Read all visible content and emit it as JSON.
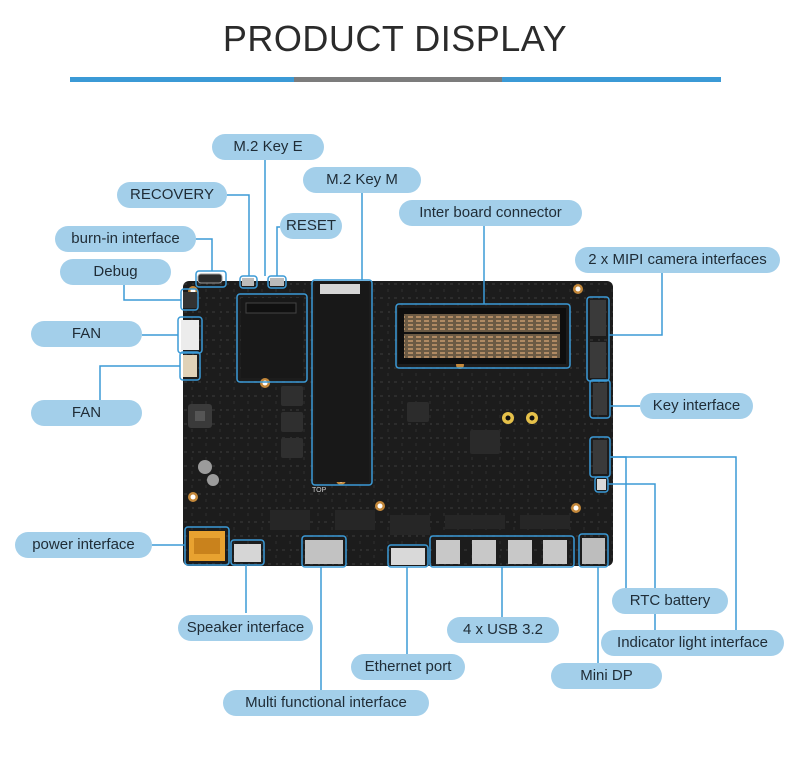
{
  "header": {
    "title": "PRODUCT DISPLAY"
  },
  "labels": {
    "m2_key_e": "M.2 Key E",
    "recovery": "RECOVERY",
    "m2_key_m": "M.2 Key M",
    "reset": "RESET",
    "inter_board": "Inter board connector",
    "burn_in": "burn-in interface",
    "mipi": "2 x MIPI camera interfaces",
    "debug": "Debug",
    "fan_top": "FAN",
    "fan_bottom": "FAN",
    "key_interface": "Key interface",
    "power": "power interface",
    "rtc": "RTC battery",
    "speaker": "Speaker interface",
    "usb": "4 x USB 3.2",
    "indicator": "Indicator light interface",
    "ethernet": "Ethernet port",
    "mini_dp": "Mini DP",
    "multi_func": "Multi functional interface"
  },
  "board": {
    "silkscreen": "TOP"
  },
  "colors": {
    "accent": "#3b9ad6",
    "pill": "#a3cfea",
    "line": "#3b9ad6",
    "board": "#1d1d1d"
  }
}
